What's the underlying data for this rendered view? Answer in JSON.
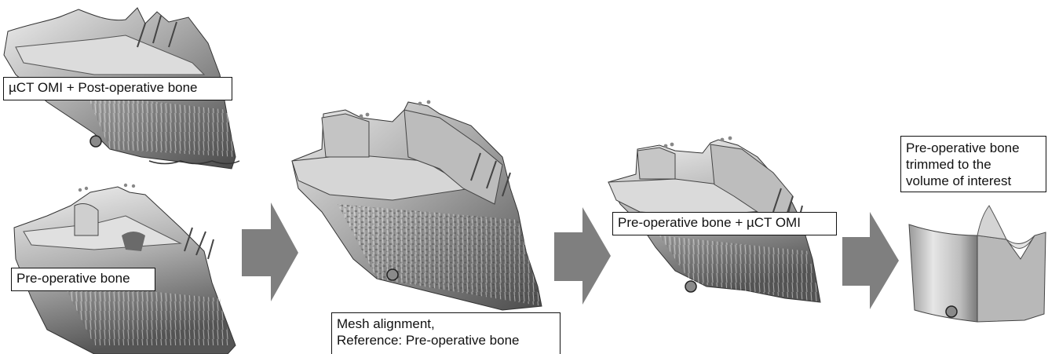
{
  "labels": {
    "microct_postop": "µCT OMI + Post-operative bone",
    "preop": "Pre-operative bone",
    "mesh_alignment": "Mesh alignment,\nReference: Pre-operative bone",
    "preop_plus_microct": "Pre-operative bone + µCT OMI",
    "trimmed": "Pre-operative bone\ntrimmed to the\nvolume of interest"
  },
  "colors": {
    "arrow": "#7f7f7f",
    "bone_light": "#d8d8d8",
    "bone_mid": "#9a9a9a",
    "bone_dark": "#3c3c3c"
  }
}
